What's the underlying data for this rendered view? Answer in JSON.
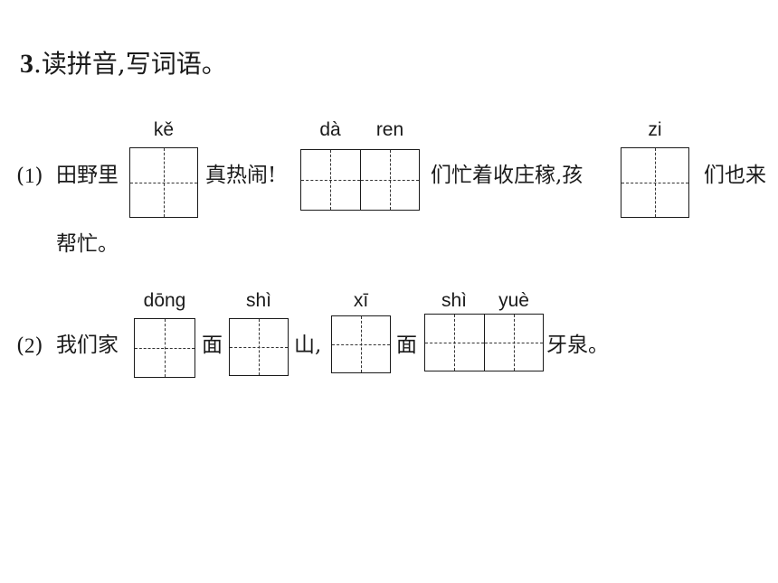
{
  "heading": {
    "number": "3",
    "text": ".读拼音,写词语。"
  },
  "q1": {
    "label_open": "(",
    "label_num": "1",
    "label_close": ")",
    "seg1": "田野里",
    "seg2": "真热闹!",
    "seg3": "们忙着收庄稼,孩",
    "seg4": "们也来",
    "line2": "帮忙。",
    "pinyin": {
      "ke": "kě",
      "da": "dà",
      "ren": "ren",
      "zi": "zi"
    }
  },
  "q2": {
    "label_open": "(",
    "label_num": "2",
    "label_close": ")",
    "seg1": "我们家",
    "seg2": "面",
    "seg3": "山,",
    "seg4": "面",
    "seg5": "牙泉。",
    "pinyin": {
      "dong": "dōng",
      "shi1": "shì",
      "xi": "xī",
      "shi2": "shì",
      "yue": "yuè"
    }
  }
}
